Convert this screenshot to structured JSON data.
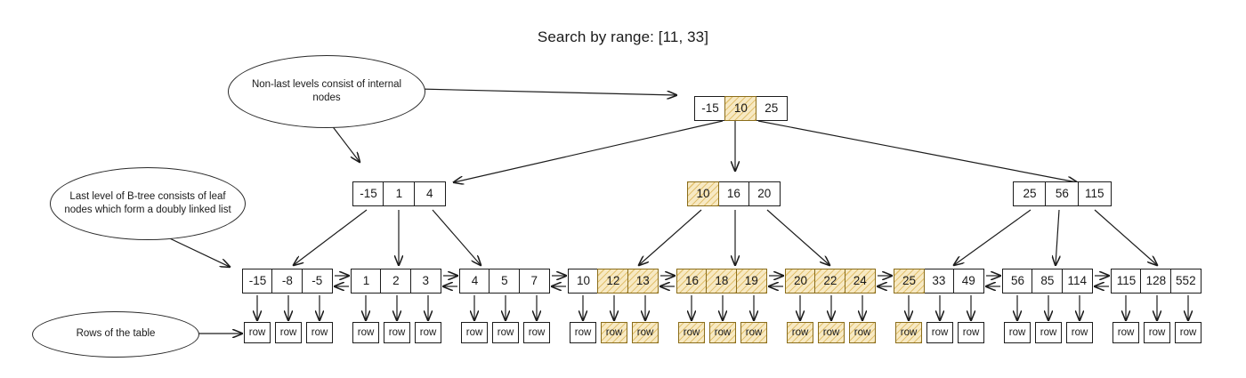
{
  "title": "Search by range: [11, 33]",
  "colors": {
    "highlight_fill": "#f7e9c3",
    "highlight_stroke": "#8a6d1b",
    "node_stroke": "#1c1c1c",
    "background": "#ffffff",
    "text": "#1a1a1a"
  },
  "callouts": [
    {
      "id": "internal-nodes",
      "text": "Non-last levels consist of internal nodes"
    },
    {
      "id": "leaf-nodes",
      "text": "Last level of B-tree consists of leaf nodes which form a doubly linked list"
    },
    {
      "id": "rows-of-table",
      "text": "Rows of the table"
    }
  ],
  "root": {
    "label": "root-node",
    "cells": [
      {
        "value": "-15",
        "highlighted": false
      },
      {
        "value": "10",
        "highlighted": true
      },
      {
        "value": "25",
        "highlighted": false
      }
    ]
  },
  "internal": [
    {
      "label": "internal-node-left",
      "cells": [
        {
          "value": "-15",
          "highlighted": false
        },
        {
          "value": "1",
          "highlighted": false
        },
        {
          "value": "4",
          "highlighted": false
        }
      ]
    },
    {
      "label": "internal-node-middle",
      "cells": [
        {
          "value": "10",
          "highlighted": true
        },
        {
          "value": "16",
          "highlighted": false
        },
        {
          "value": "20",
          "highlighted": false
        }
      ]
    },
    {
      "label": "internal-node-right",
      "cells": [
        {
          "value": "25",
          "highlighted": false
        },
        {
          "value": "56",
          "highlighted": false
        },
        {
          "value": "115",
          "highlighted": false
        }
      ]
    }
  ],
  "leaves": [
    {
      "label": "leaf-node-1",
      "cells": [
        {
          "value": "-15",
          "highlighted": false
        },
        {
          "value": "-8",
          "highlighted": false
        },
        {
          "value": "-5",
          "highlighted": false
        }
      ]
    },
    {
      "label": "leaf-node-2",
      "cells": [
        {
          "value": "1",
          "highlighted": false
        },
        {
          "value": "2",
          "highlighted": false
        },
        {
          "value": "3",
          "highlighted": false
        }
      ]
    },
    {
      "label": "leaf-node-3",
      "cells": [
        {
          "value": "4",
          "highlighted": false
        },
        {
          "value": "5",
          "highlighted": false
        },
        {
          "value": "7",
          "highlighted": false
        }
      ]
    },
    {
      "label": "leaf-node-4",
      "cells": [
        {
          "value": "10",
          "highlighted": false
        },
        {
          "value": "12",
          "highlighted": true
        },
        {
          "value": "13",
          "highlighted": true
        }
      ]
    },
    {
      "label": "leaf-node-5",
      "cells": [
        {
          "value": "16",
          "highlighted": true
        },
        {
          "value": "18",
          "highlighted": true
        },
        {
          "value": "19",
          "highlighted": true
        }
      ]
    },
    {
      "label": "leaf-node-6",
      "cells": [
        {
          "value": "20",
          "highlighted": true
        },
        {
          "value": "22",
          "highlighted": true
        },
        {
          "value": "24",
          "highlighted": true
        }
      ]
    },
    {
      "label": "leaf-node-7",
      "cells": [
        {
          "value": "25",
          "highlighted": true
        },
        {
          "value": "33",
          "highlighted": false
        },
        {
          "value": "49",
          "highlighted": false
        }
      ]
    },
    {
      "label": "leaf-node-8",
      "cells": [
        {
          "value": "56",
          "highlighted": false
        },
        {
          "value": "85",
          "highlighted": false
        },
        {
          "value": "114",
          "highlighted": false
        }
      ]
    },
    {
      "label": "leaf-node-9",
      "cells": [
        {
          "value": "115",
          "highlighted": false
        },
        {
          "value": "128",
          "highlighted": false
        },
        {
          "value": "552",
          "highlighted": false
        }
      ]
    }
  ],
  "row_label": "row",
  "row_groups": [
    {
      "label": "row-group-1",
      "rows": [
        false,
        false,
        false
      ]
    },
    {
      "label": "row-group-2",
      "rows": [
        false,
        false,
        false
      ]
    },
    {
      "label": "row-group-3",
      "rows": [
        false,
        false,
        false
      ]
    },
    {
      "label": "row-group-4",
      "rows": [
        false,
        true,
        true
      ]
    },
    {
      "label": "row-group-5",
      "rows": [
        true,
        true,
        true
      ]
    },
    {
      "label": "row-group-6",
      "rows": [
        true,
        true,
        true
      ]
    },
    {
      "label": "row-group-7",
      "rows": [
        true,
        false,
        false
      ]
    },
    {
      "label": "row-group-8",
      "rows": [
        false,
        false,
        false
      ]
    },
    {
      "label": "row-group-9",
      "rows": [
        false,
        false,
        false
      ]
    }
  ]
}
